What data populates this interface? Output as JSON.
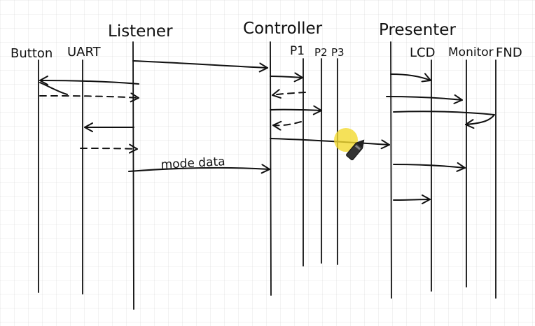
{
  "groups": {
    "listener": "Listener",
    "controller": "Controller",
    "presenter": "Presenter"
  },
  "participants": {
    "button": "Button",
    "uart": "UART",
    "p1": "P1",
    "p2": "P2",
    "p3": "P3",
    "lcd": "LCD",
    "monitor": "Monitor",
    "fnd": "FND"
  },
  "messages": {
    "mode_data": "mode data"
  },
  "colors": {
    "ink": "#111111",
    "pointer_highlight": "#f2d930"
  },
  "icons": {
    "pointer": "pen-pointer-icon"
  }
}
